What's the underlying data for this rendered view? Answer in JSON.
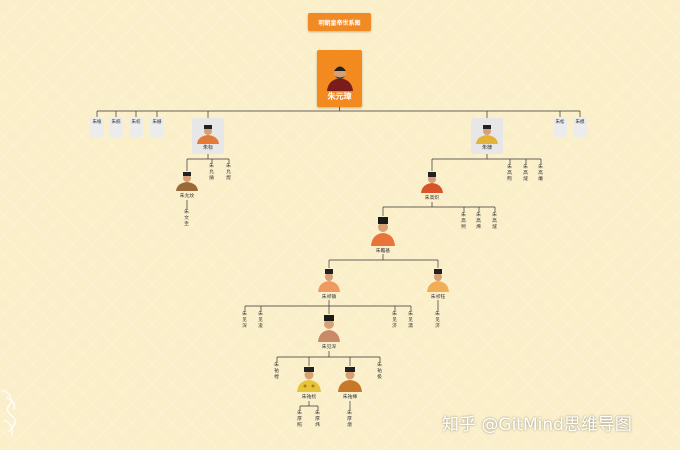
{
  "title": "明朝皇帝世系图",
  "root": "朱元璋",
  "level1_left": [
    "朱植",
    "朱楠",
    "朱权",
    "朱栅"
  ],
  "biao": "朱标",
  "di": "朱棣",
  "level1_right": [
    "朱松",
    "朱模"
  ],
  "biao_children": [
    "朱允炆",
    "朱允熥",
    "朱允熞"
  ],
  "wen_child": "朱文圭",
  "gaochi": "朱高炽",
  "di_sons": [
    "朱高煦",
    "朱高燧",
    "朱高爔"
  ],
  "gaochi_sons": [
    "朱高熙",
    "朱高烯",
    "朱高燧"
  ],
  "zhanji": "朱瞻基",
  "qizhen": "朱祁镇",
  "qiyu": "朱祁钰",
  "qizhen_sons_left": [
    "朱见深",
    "朱见浚"
  ],
  "qizhen_sons_right": [
    "朱见济",
    "朱见濡"
  ],
  "qiyu_son": "朱见济",
  "jianshen": "朱见深",
  "youcheng": "朱祐樘",
  "yuhang": "朱祐杬",
  "youhou": "朱祐楎",
  "youjie": "朱祐极",
  "houzhao": [
    "朱厚照",
    "朱厚炜"
  ],
  "houcong": "朱厚熜",
  "watermark": "知乎 @GitMind思维导图",
  "colors": {
    "background": "#fbefc9",
    "accent": "#f08a24",
    "line": "#333333",
    "robe_red": "#d9542a",
    "robe_yellow": "#e4b43a"
  }
}
